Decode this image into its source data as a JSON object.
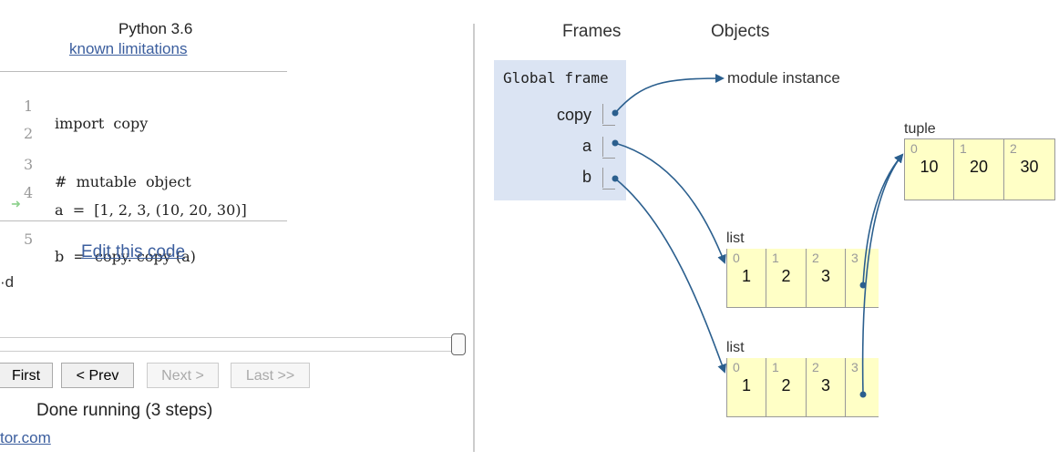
{
  "editor": {
    "python_version": "Python 3.6",
    "limitations_link": "known limitations",
    "lines": [
      {
        "num": "1",
        "code": "import  copy"
      },
      {
        "num": "2",
        "code": ""
      },
      {
        "num": "3",
        "code": "#  mutable  object"
      },
      {
        "num": "4",
        "code": "a  =  [1, 2, 3, (10, 20, 30)]"
      },
      {
        "num": "5",
        "code": "b  =  copy. copy (a)"
      }
    ],
    "edit_link": "Edit this code",
    "truncated_text": "·d",
    "buttons": {
      "first": "First",
      "prev": "< Prev",
      "next": "Next >",
      "last": "Last >>"
    },
    "status": "Done running (3 steps)",
    "footer_link": "tor.com"
  },
  "viz": {
    "frames_header": "Frames",
    "objects_header": "Objects",
    "global_frame": "Global frame",
    "variables": [
      "copy",
      "a",
      "b"
    ],
    "module_label": "module instance",
    "tuple": {
      "label": "tuple",
      "indices": [
        "0",
        "1",
        "2"
      ],
      "values": [
        "10",
        "20",
        "30"
      ]
    },
    "list_a": {
      "label": "list",
      "indices": [
        "0",
        "1",
        "2",
        "3"
      ],
      "values": [
        "1",
        "2",
        "3"
      ]
    },
    "list_b": {
      "label": "list",
      "indices": [
        "0",
        "1",
        "2",
        "3"
      ],
      "values": [
        "1",
        "2",
        "3"
      ]
    },
    "colors": {
      "arrow": "#2b5f8e",
      "frame_bg": "#dbe4f3",
      "heap_bg": "#ffffc6",
      "link": "#3b5e9e"
    }
  }
}
